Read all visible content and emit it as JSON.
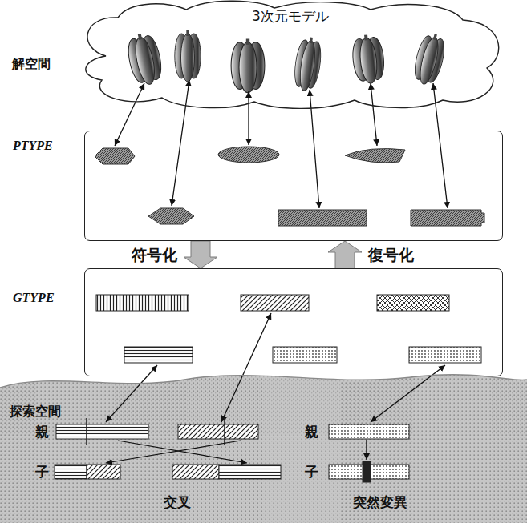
{
  "diagram": {
    "nodes": [
      {
        "text": [
          "解空間",
          "3次元モデル"
        ]
      },
      {
        "text": [
          "PTYPE"
        ]
      },
      {
        "text": [
          "GTYPE"
        ]
      },
      {
        "text": [
          "探索空間"
        ]
      }
    ],
    "edges": [
      {
        "from": 1,
        "to": 2,
        "arrow": "to",
        "label": "符号化"
      },
      {
        "from": 2,
        "to": 1,
        "arrow": "to",
        "label": "復号化"
      }
    ],
    "labels": [
      "親",
      "子",
      "交叉",
      "親",
      "子",
      "突然変異"
    ]
  }
}
